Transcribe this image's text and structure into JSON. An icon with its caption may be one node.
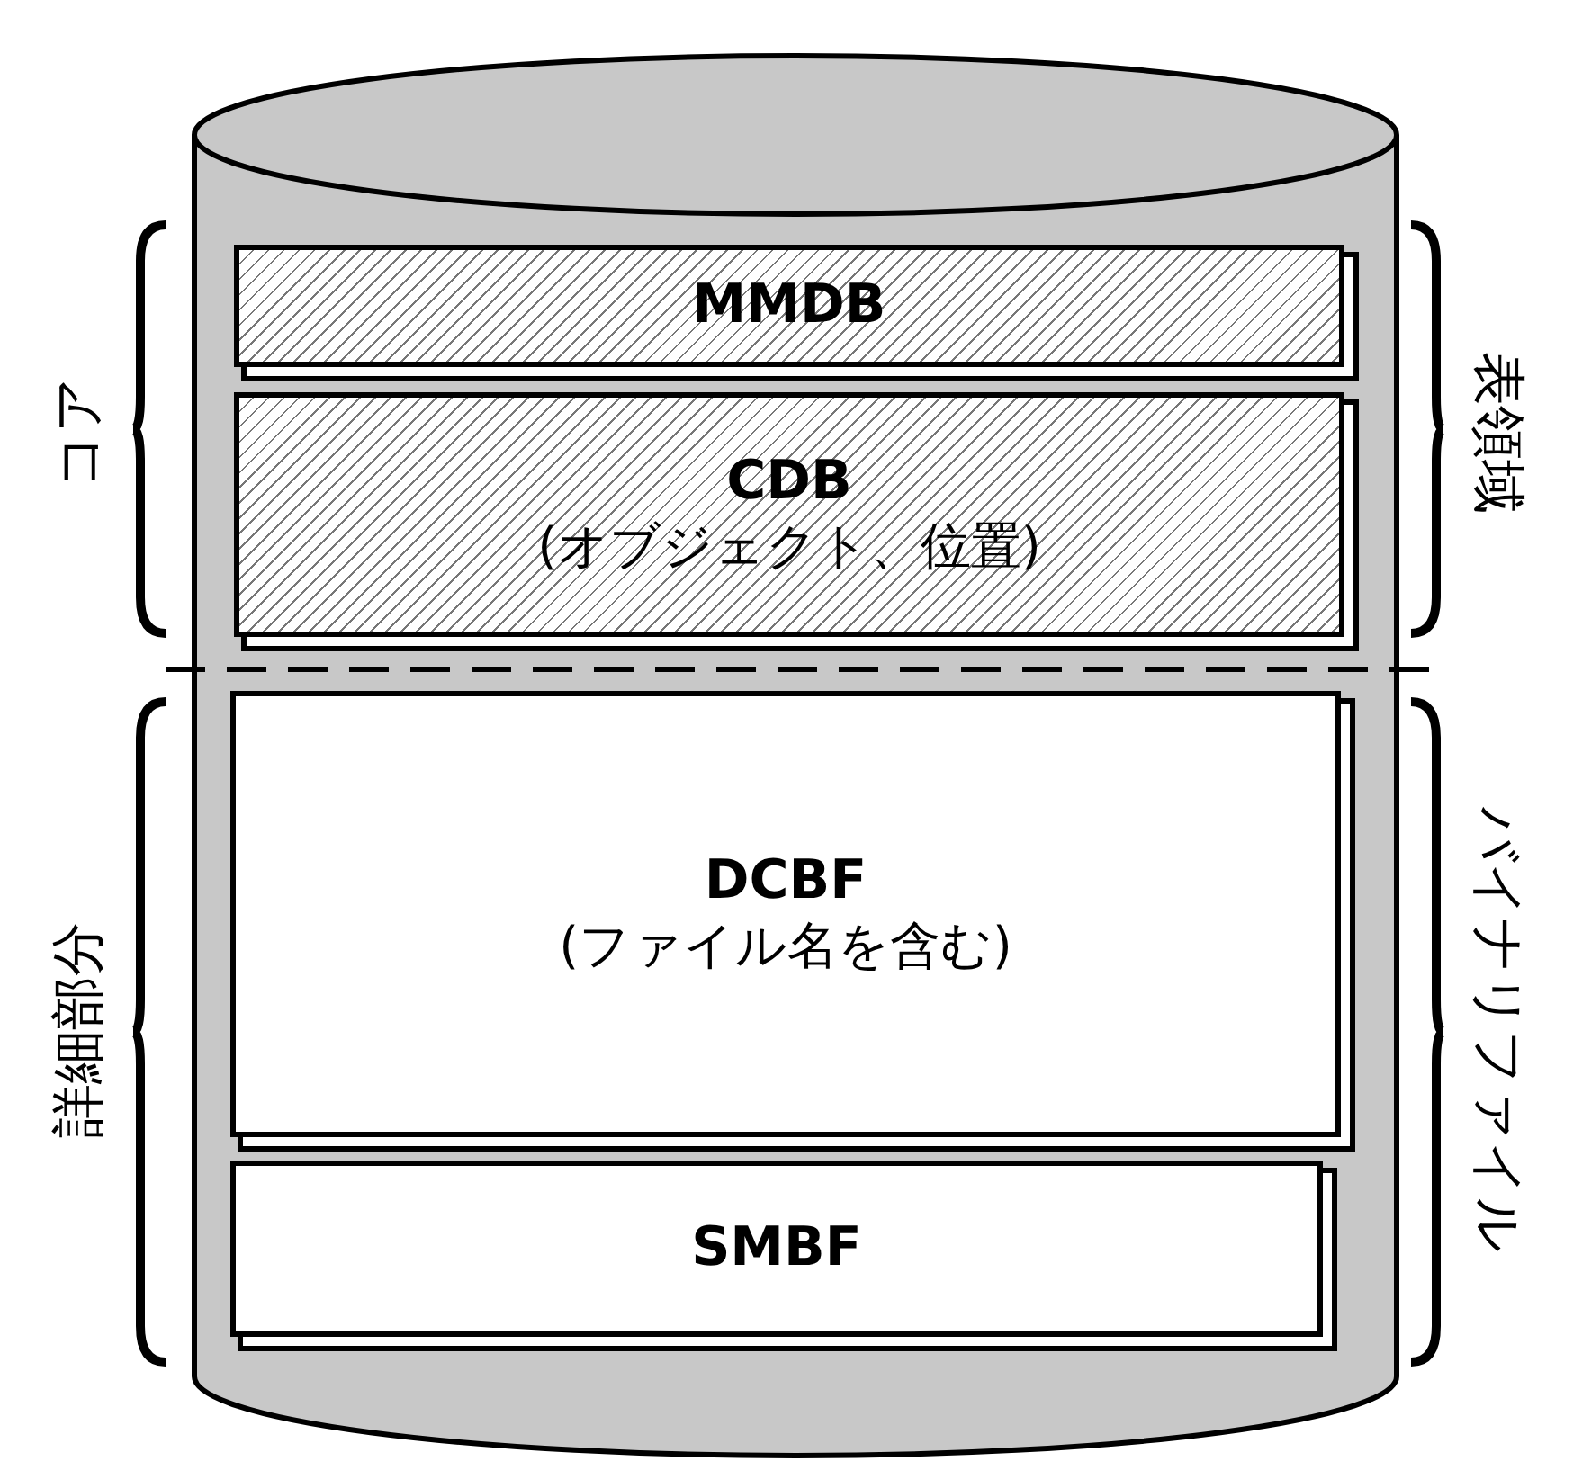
{
  "diagram": {
    "nodes": [
      {
        "text": [],
        "shape": "cylinder"
      },
      {
        "text": [
          "MMDB"
        ],
        "in": 0
      },
      {
        "text": [
          "CDB",
          "(オブジェクト、位置)"
        ],
        "in": 0
      },
      {
        "text": [
          "DCBF",
          "(ファイル名を含む)"
        ],
        "in": 0
      },
      {
        "text": [
          "SMBF"
        ],
        "in": 0
      }
    ],
    "labels": [
      "コア",
      "表領域",
      "詳細部分",
      "バイナリファイル"
    ]
  }
}
